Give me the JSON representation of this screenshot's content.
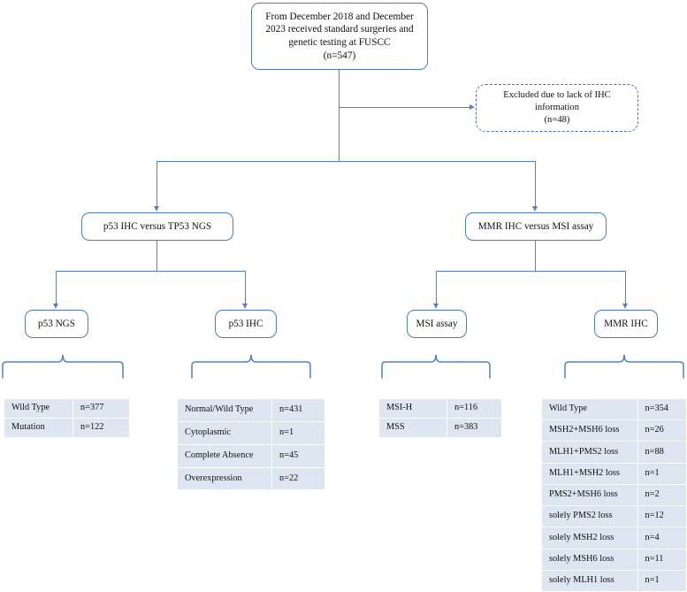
{
  "diagram": {
    "title": "CONSORT-style patient flow diagram for p53/TP53 and MMR/MSI testing",
    "accent_color": "#5282c4",
    "table_cell_color": "#dde6f1"
  },
  "nodes": {
    "root": {
      "line1": "From December 2018 and December",
      "line2": "2023 received standard surgeries and",
      "line3": "genetic testing at FUSCC",
      "line4": "(n=547)"
    },
    "excluded": {
      "line1": "Excluded due to lack of IHC",
      "line2": "information",
      "line3": "(n=48)"
    },
    "p53_arm": {
      "label": "p53 IHC versus TP53 NGS"
    },
    "mmr_arm": {
      "label": "MMR IHC versus MSI assay"
    },
    "p53_ngs": {
      "label": "p53 NGS"
    },
    "p53_ihc": {
      "label": "p53 IHC"
    },
    "msi_assay": {
      "label": "MSI assay"
    },
    "mmr_ihc": {
      "label": "MMR IHC"
    }
  },
  "tables": {
    "p53_ngs_results": {
      "rows": [
        {
          "label": "Wild Type",
          "value": "n=377"
        },
        {
          "label": "Mutation",
          "value": "n=122"
        }
      ]
    },
    "p53_ihc_results": {
      "rows": [
        {
          "label": "Normal/Wild Type",
          "value": "n=431"
        },
        {
          "label": "Cytoplasmic",
          "value": "n=1"
        },
        {
          "label": "Complete Absence",
          "value": "n=45"
        },
        {
          "label": "Overexpression",
          "value": "n=22"
        }
      ]
    },
    "msi_assay_results": {
      "rows": [
        {
          "label": "MSI-H",
          "value": "n=116"
        },
        {
          "label": "MSS",
          "value": "n=383"
        }
      ]
    },
    "mmr_ihc_results": {
      "rows": [
        {
          "label": "Wild Type",
          "value": "n=354"
        },
        {
          "label": "MSH2+MSH6 loss",
          "value": "n=26"
        },
        {
          "label": "MLH1+PMS2 loss",
          "value": "n=88"
        },
        {
          "label": "MLH1+MSH2 loss",
          "value": "n=1"
        },
        {
          "label": "PMS2+MSH6 loss",
          "value": "n=2"
        },
        {
          "label": "solely PMS2 loss",
          "value": "n=12"
        },
        {
          "label": "solely MSH2 loss",
          "value": "n=4"
        },
        {
          "label": "solely MSH6 loss",
          "value": "n=11"
        },
        {
          "label": "solely MLH1 loss",
          "value": "n=1"
        }
      ]
    }
  }
}
